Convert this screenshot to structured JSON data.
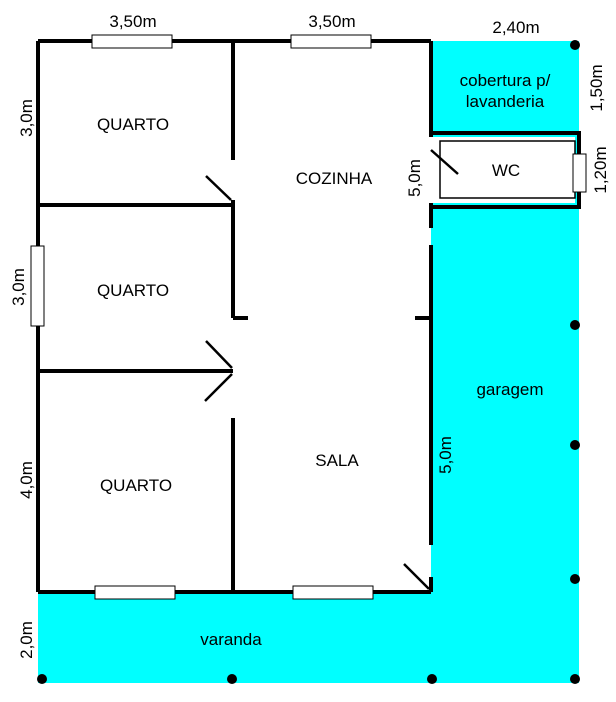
{
  "colors": {
    "area_fill": "#00ffff",
    "wall": "#000000",
    "background": "#ffffff"
  },
  "rooms": {
    "quarto_top": "QUARTO",
    "quarto_middle": "QUARTO",
    "quarto_bottom": "QUARTO",
    "cozinha": "COZINHA",
    "sala": "SALA",
    "wc": "WC",
    "lavanderia_line1": "cobertura p/",
    "lavanderia_line2": "lavanderia",
    "garagem": "garagem",
    "varanda": "varanda"
  },
  "dimensions": {
    "top_left_width": "3,50m",
    "top_middle_width": "3,50m",
    "top_right_width": "2,40m",
    "lavanderia_height": "1,50m",
    "wc_height": "1,20m",
    "cozinha_height": "5,0m",
    "garagem_height": "5,0m",
    "quarto_top_height": "3,0m",
    "quarto_middle_height": "3,0m",
    "quarto_bottom_height": "4,0m",
    "varanda_height": "2,0m"
  }
}
